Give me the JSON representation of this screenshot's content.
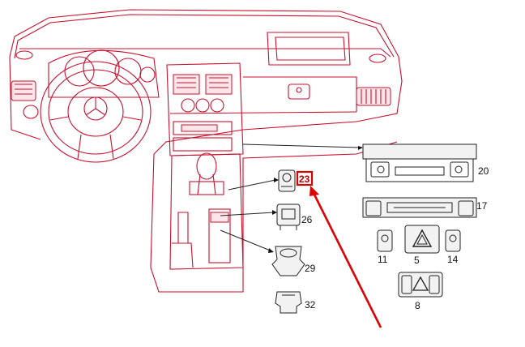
{
  "callouts": {
    "c20": "20",
    "c17": "17",
    "c11": "11",
    "c5": "5",
    "c14": "14",
    "c8": "8",
    "c23": "23",
    "c26": "26",
    "c29": "29",
    "c32": "32"
  },
  "colors": {
    "line_art": "#c8102e",
    "component_outline": "#222222",
    "highlight_box": "#d80000",
    "pointer_arrow": "#e00000"
  },
  "highlighted_callout": "23"
}
